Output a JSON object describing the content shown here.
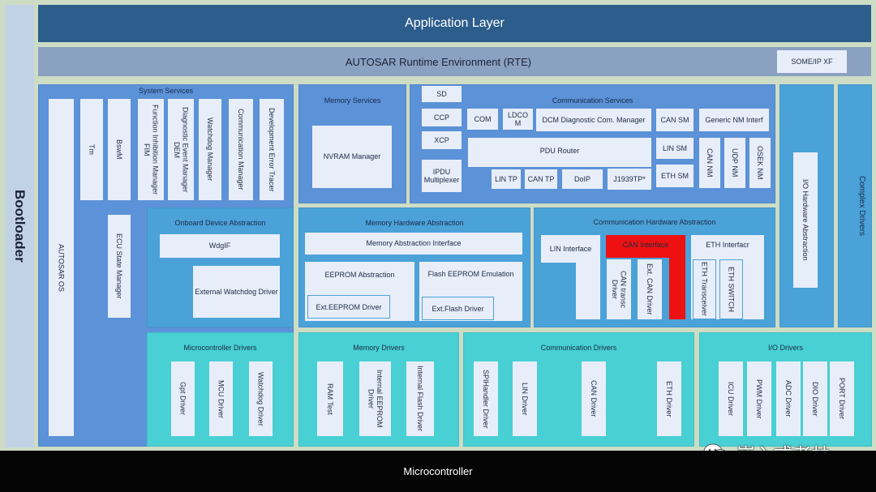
{
  "application_layer": "Application Layer",
  "rte": {
    "label": "AUTOSAR Runtime Environment (RTE)",
    "someip": "SOME/IP XF"
  },
  "bootloader": "Bootloader",
  "microcontroller": "Microcontroller",
  "complex_drivers": "Complex Drivers",
  "system_services": {
    "title": "System Services",
    "items": [
      "Tm",
      "BswM",
      "Function Inhibition Manager FIM",
      "Diagnostic Event Manager DEM",
      "Watchdog Manager",
      "Communication Manager",
      "Development Error Tracer"
    ],
    "os": "AUTOSAR OS",
    "ecu_state": "ECU State Manager"
  },
  "memory_services": {
    "title": "Memory Services",
    "nvram": "NVRAM Manager"
  },
  "communication_services": {
    "title": "Communication Services",
    "sd": "SD",
    "ccp": "CCP",
    "xcp": "XCP",
    "ipdu": "IPDU Multiplexer",
    "com": "COM",
    "ldcom": "LDCO M",
    "dcm": "DCM Diagnostic Com. Manager",
    "can_sm": "CAN SM",
    "generic_nm": "Generic NM Interf",
    "pdu_router": "PDU Router",
    "lin_sm": "LIN SM",
    "eth_sm": "ETH SM",
    "lin_tp": "LIN TP",
    "can_tp": "CAN TP",
    "doip": "DoIP",
    "j1939": "J1939TP*",
    "can_nm": "CAN NM",
    "udp_nm": "UDP NM",
    "osek_nm": "OSEK NM"
  },
  "io_hw_abstraction": {
    "title": "I/O Hardware Abstraction",
    "inner": "I/O Hardware Abstraction"
  },
  "onboard_device": {
    "title": "Onboard Device Abstraction",
    "wdgif": "WdgIF",
    "ext_wdg": "External Watchdog Driver"
  },
  "memory_hw": {
    "title": "Memory Hardware Abstraction",
    "mai": "Memory Abstraction Interface",
    "eeprom_abs": "EEPROM Abstraction",
    "flash_eep": "Flash EEPROM Emulation",
    "ext_eeprom": "Ext.EEPROM Driver",
    "ext_flash": "Ext.Flash Driver"
  },
  "comm_hw": {
    "title": "Communication Hardware Abstraction",
    "lin_if": "LIN Interface",
    "can_if": "CAN Interface",
    "eth_if": "ETH Interfacr",
    "can_trans": "CAN transc Driver",
    "ext_can": "Ext. CAN Driver",
    "eth_trans": "ETH Transceiver",
    "eth_switch": "ETH SWITCH"
  },
  "mcu_drivers": {
    "title": "Microcontroller Drivers",
    "items": [
      "Gpt Driver",
      "MCU Driver",
      "Watchdog Driver"
    ]
  },
  "memory_drivers": {
    "title": "Memory Drivers",
    "items": [
      "RAM Test",
      "Internal EEPROM Driver",
      "Internal Flash Driver"
    ]
  },
  "comm_drivers": {
    "title": "Communication Drivers",
    "items": [
      "SPIHandler Driver",
      "LIN Driver",
      "CAN Driver",
      "ETH Driver"
    ]
  },
  "io_drivers": {
    "title": "I/O Drivers",
    "items": [
      "ICU Driver",
      "PWM Driver",
      "ADC Driver",
      "DIO Driver",
      "PORT Driver"
    ]
  },
  "watermark": "嵌入式老林",
  "colors": {
    "top": "#2d5d8c",
    "rte": "#8aa1c2",
    "services": "#5b92d8",
    "abstraction": "#4aa2d8",
    "drivers": "#48d0d4",
    "can_highlight": "#ee1111",
    "micro": "#050505"
  }
}
